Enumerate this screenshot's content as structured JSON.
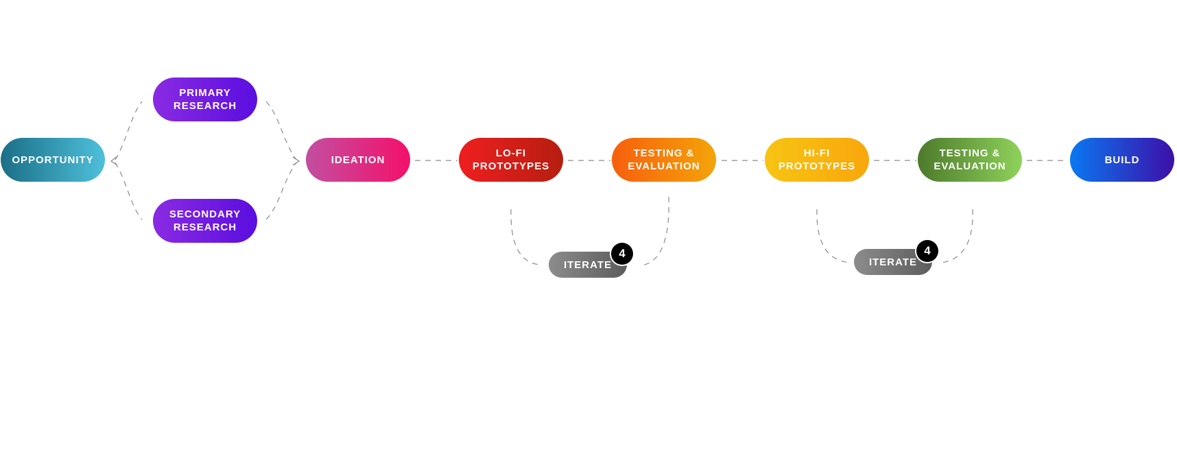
{
  "diagram": {
    "nodes": [
      {
        "id": "opportunity",
        "label": "OPPORTUNITY"
      },
      {
        "id": "primary_research",
        "label": "PRIMARY\nRESEARCH"
      },
      {
        "id": "secondary_research",
        "label": "SECONDARY\nRESEARCH"
      },
      {
        "id": "ideation",
        "label": "IDEATION"
      },
      {
        "id": "lofi",
        "label": "LO-FI\nPROTOTYPES"
      },
      {
        "id": "testing1",
        "label": "TESTING &\nEVALUATION"
      },
      {
        "id": "hifi",
        "label": "HI-FI\nPROTOTYPES"
      },
      {
        "id": "testing2",
        "label": "TESTING &\nEVALUATION"
      },
      {
        "id": "build",
        "label": "BUILD"
      }
    ],
    "iterate_loops": [
      {
        "label": "ITERATE",
        "badge": "4",
        "between": [
          "lofi",
          "testing1"
        ]
      },
      {
        "label": "ITERATE",
        "badge": "4",
        "between": [
          "hifi",
          "testing2"
        ]
      }
    ],
    "connector_color": "#8a8a8a"
  }
}
